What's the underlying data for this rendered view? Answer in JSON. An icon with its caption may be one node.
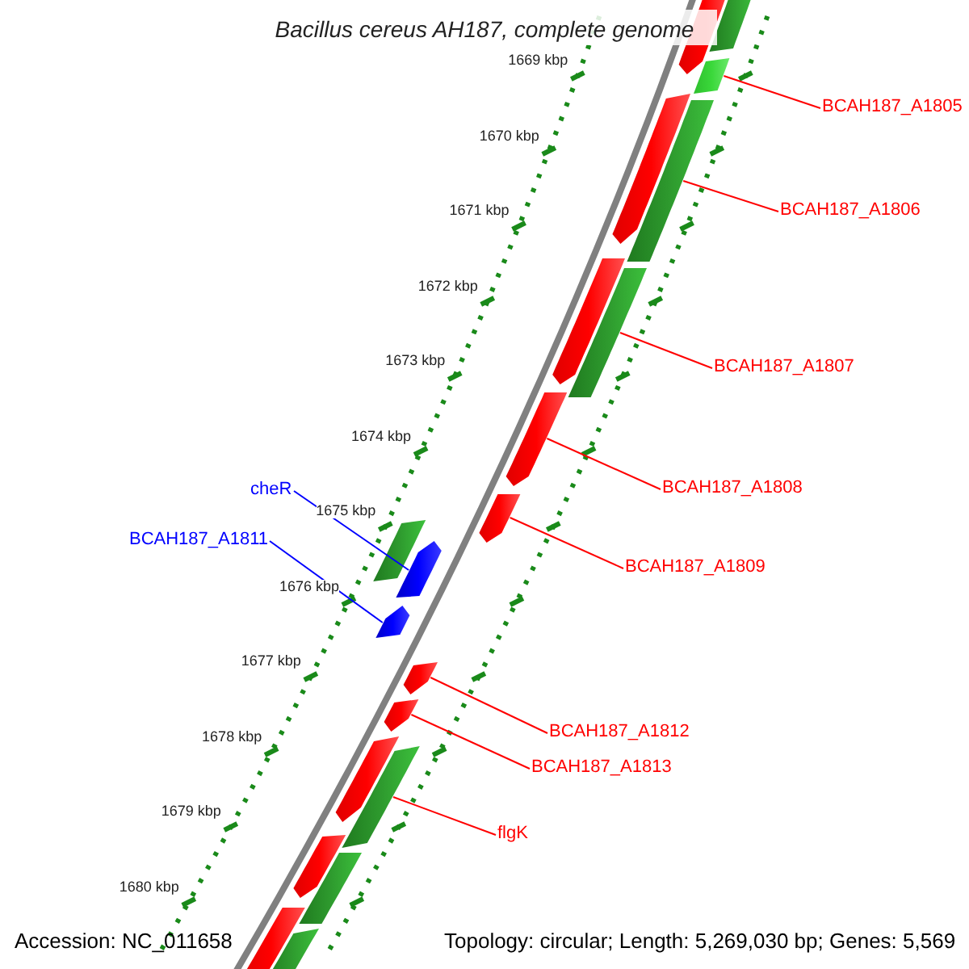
{
  "diagram": {
    "title": "Bacillus cereus AH187, complete genome",
    "nodes": [
      {
        "text": [
          "BCAH187_A1805"
        ]
      },
      {
        "text": [],
        "shape": "bar"
      },
      {
        "text": [
          "BCAH187_A1806"
        ]
      },
      {
        "text": [],
        "shape": "bar"
      },
      {
        "text": [
          "BCAH187_A1807"
        ]
      },
      {
        "text": [],
        "shape": "bar"
      },
      {
        "text": [
          "BCAH187_A1808"
        ]
      },
      {
        "text": [],
        "shape": "bar"
      },
      {
        "text": [
          "BCAH187_A1809"
        ]
      },
      {
        "text": [],
        "shape": "bar"
      },
      {
        "text": [
          "cheR"
        ]
      },
      {
        "text": [],
        "shape": "bar"
      },
      {
        "text": [
          "BCAH187_A1811"
        ]
      },
      {
        "text": [],
        "shape": "bar"
      },
      {
        "text": [
          "BCAH187_A1812"
        ]
      },
      {
        "text": [],
        "shape": "bar"
      },
      {
        "text": [
          "BCAH187_A1813"
        ]
      },
      {
        "text": [],
        "shape": "bar"
      },
      {
        "text": [
          "flgK"
        ]
      },
      {
        "text": [],
        "shape": "bar"
      }
    ],
    "edges": [
      {
        "from": 0,
        "to": 1,
        "arrow": "none"
      },
      {
        "from": 2,
        "to": 3,
        "arrow": "none"
      },
      {
        "from": 4,
        "to": 5,
        "arrow": "none"
      },
      {
        "from": 6,
        "to": 7,
        "arrow": "none"
      },
      {
        "from": 8,
        "to": 9,
        "arrow": "none"
      },
      {
        "from": 10,
        "to": 11,
        "arrow": "none",
        "color": "#0000ff"
      },
      {
        "from": 12,
        "to": 13,
        "arrow": "none",
        "color": "#0000ff"
      },
      {
        "from": 14,
        "to": 15,
        "arrow": "none"
      },
      {
        "from": 16,
        "to": 17,
        "arrow": "none"
      },
      {
        "from": 18,
        "to": 19,
        "arrow": "none"
      }
    ],
    "labels": [
      "1669 kbp",
      "1670 kbp",
      "1671 kbp",
      "1672 kbp",
      "1673 kbp",
      "1674 kbp",
      "1675 kbp",
      "1676 kbp",
      "1677 kbp",
      "1678 kbp",
      "1679 kbp",
      "1680 kbp",
      "Accession: NC_011658",
      "Topology: circular; Length: 5,269,030 bp; Genes: 5,569"
    ]
  }
}
